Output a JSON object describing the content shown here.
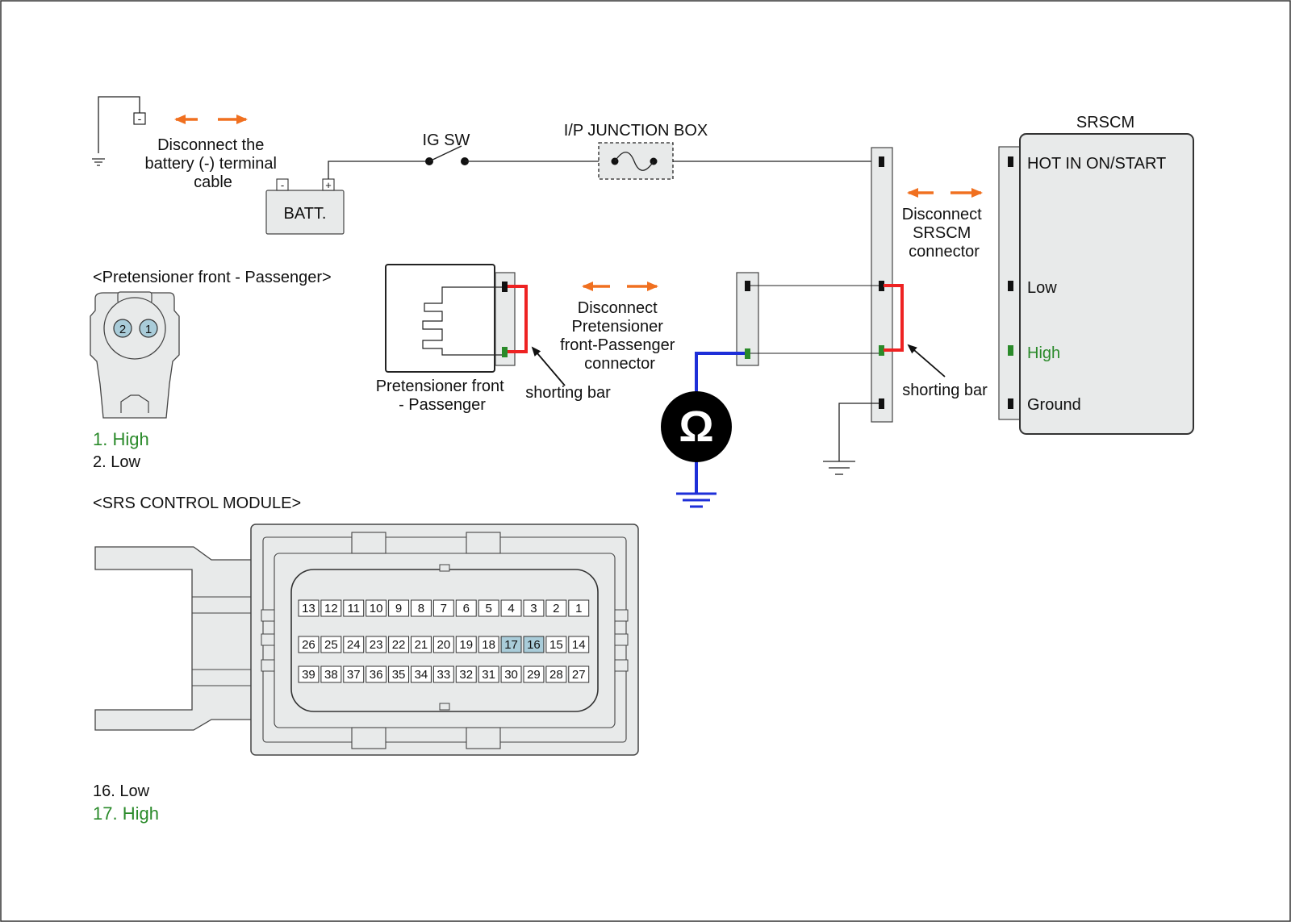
{
  "battery": {
    "label": "BATT.",
    "neg": "-",
    "pos": "+",
    "ground_neg": "-",
    "instruction_lines": [
      "Disconnect the",
      "battery (-) terminal",
      "cable"
    ]
  },
  "ig_sw": {
    "label": "IG SW"
  },
  "junction_box": {
    "label": "I/P JUNCTION BOX"
  },
  "srscm": {
    "title": "SRSCM",
    "pins": {
      "hot": "HOT IN ON/START",
      "low": "Low",
      "high": "High",
      "ground": "Ground"
    },
    "instruction_lines": [
      "Disconnect",
      "SRSCM",
      "connector"
    ],
    "shorting_bar": "shorting bar"
  },
  "pretensioner": {
    "label_lines": [
      "Pretensioner front",
      "- Passenger"
    ],
    "instruction_lines": [
      "Disconnect",
      "Pretensioner",
      "front-Passenger",
      "connector"
    ],
    "shorting_bar": "shorting bar"
  },
  "ohmmeter": {
    "symbol": "Ω"
  },
  "pretensioner_connector": {
    "title": "<Pretensioner front - Passenger>",
    "pin_numbers": [
      "2",
      "1"
    ],
    "legend": [
      "1. High",
      "2. Low"
    ]
  },
  "srs_module": {
    "title": "<SRS CONTROL MODULE>",
    "rows": [
      [
        "13",
        "12",
        "11",
        "10",
        "9",
        "8",
        "7",
        "6",
        "5",
        "4",
        "3",
        "2",
        "1"
      ],
      [
        "26",
        "25",
        "24",
        "23",
        "22",
        "21",
        "20",
        "19",
        "18",
        "17",
        "16",
        "15",
        "14"
      ],
      [
        "39",
        "38",
        "37",
        "36",
        "35",
        "34",
        "33",
        "32",
        "31",
        "30",
        "29",
        "28",
        "27"
      ]
    ],
    "highlighted_pins": [
      "16",
      "17"
    ],
    "legend": [
      "16. Low",
      "17. High"
    ]
  },
  "colors": {
    "instruction_arrow": "#f07020",
    "shorting_bar": "#ee2222",
    "meter_lead": "#1e2fd8",
    "high_signal": "#2a8a2a",
    "pin_highlight": "#a9ccd9",
    "component_fill": "#e8eaea"
  }
}
